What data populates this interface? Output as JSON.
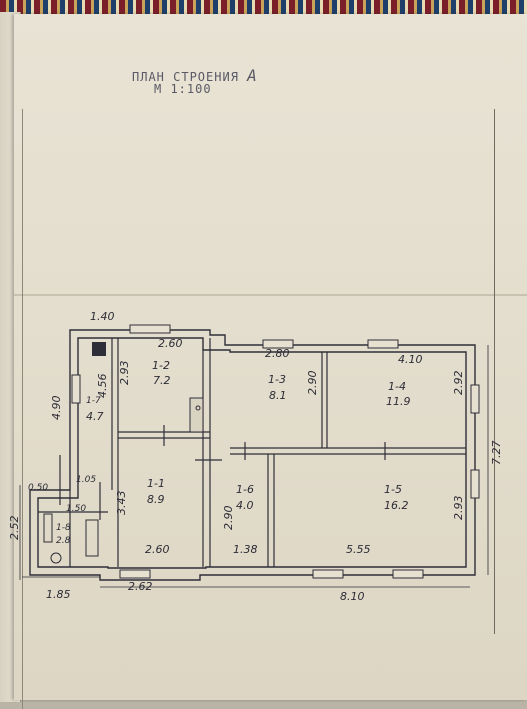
{
  "header": {
    "title": "ПЛАН СТРОЕНИЯ",
    "letter": "А",
    "scale": "М 1:100"
  },
  "rooms": [
    {
      "id": "1-1",
      "area": "8.9"
    },
    {
      "id": "1-2",
      "area": "7.2"
    },
    {
      "id": "1-3",
      "area": "8.1"
    },
    {
      "id": "1-4",
      "area": "11.9"
    },
    {
      "id": "1-5",
      "area": "16.2"
    },
    {
      "id": "1-6",
      "area": "4.0"
    },
    {
      "id": "1-7",
      "area": "4.7"
    },
    {
      "id": "1-8",
      "area": "2.8"
    }
  ],
  "dimensions": {
    "top_porch": "1.40",
    "room12_width": "2.60",
    "room12_height": "2.93",
    "room13_width": "2.80",
    "room13_height": "2.90",
    "room14_width": "4.10",
    "room14_height": "2.92",
    "right_total": "7.27",
    "room17_length": "4.56",
    "left_outer": "4.90",
    "room11_height": "3.43",
    "room11_width": "2.60",
    "room16_height": "2.90",
    "room16_width": "1.38",
    "room15_width": "5.55",
    "room15_height": "2.93",
    "porch_top": "1.05",
    "porch_side": "0.50",
    "porch_inner": "1.50",
    "porch_height": "2.52",
    "porch_width": "1.85",
    "bottom_middle": "2.62",
    "bottom_total": "8.10"
  }
}
